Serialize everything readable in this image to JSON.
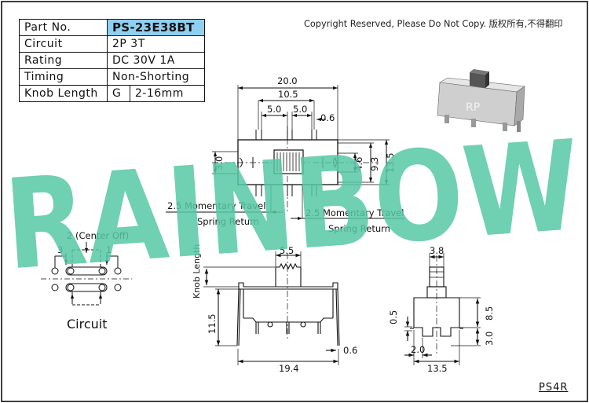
{
  "spec_table": {
    "rows": [
      {
        "label": "Part No.",
        "value": "PS-23E38BT"
      },
      {
        "label": "Circuit",
        "value": "2P 3T"
      },
      {
        "label": "Rating",
        "value": "DC 30V 1A"
      },
      {
        "label": "Timing",
        "value": "Non-Shorting"
      }
    ],
    "knob_row": {
      "label": "Knob Length",
      "code": "G",
      "value": "2-16mm"
    }
  },
  "copyright": "Copyright Reserved, Please Do Not Copy. 版权所有,不得翻印",
  "watermark": "RAINBOW",
  "product_emboss": "RP",
  "top_view": {
    "dim_total_width": "20.0",
    "dim_outer_pins": "10.5",
    "dim_pitch_left": "5.0",
    "dim_pitch_right": "5.0",
    "dim_pin_width": "0.6",
    "dim_knob_height": "3.0",
    "dim_slot_height": "4.6",
    "dim_inner_height": "9.3",
    "dim_body_height": "13.5",
    "travel_left": "2.5 Momentary Travel",
    "return_left": "Spring Return",
    "travel_right": "2.5 Momentary Travel",
    "return_right": "Spring Return"
  },
  "circuit": {
    "center_label": "2 (Center Off)",
    "pin_left": "3",
    "pin_right": "1",
    "caption": "Circuit"
  },
  "front_view": {
    "dim_knob_width": "5.5",
    "knob_label": "Knob Length",
    "dim_height": "11.5",
    "dim_width": "19.4",
    "dim_pin": "0.6"
  },
  "side_view": {
    "dim_knob_width": "3.8",
    "dim_offset": "0.5",
    "dim_height": "8.5",
    "dim_leg": "3.0",
    "dim_foot": "2.0",
    "dim_width": "13.5"
  },
  "model_code": "PS4R"
}
